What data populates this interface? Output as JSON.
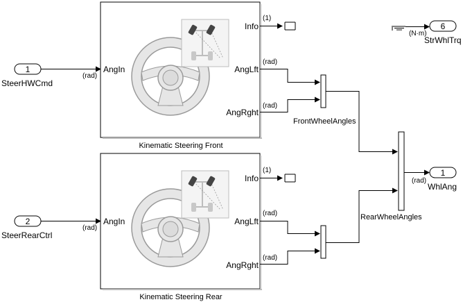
{
  "inports": {
    "steer_hw_cmd": {
      "number": "1",
      "name": "SteerHWCmd",
      "unit": "(rad)"
    },
    "steer_rear_ctrl": {
      "number": "2",
      "name": "SteerRearCtrl",
      "unit": "(rad)"
    }
  },
  "outports": {
    "whl_ang": {
      "number": "1",
      "name": "WhlAng",
      "unit": "(rad)"
    },
    "str_whl_trq": {
      "number": "6",
      "name": "StrWhlTrq",
      "unit": "(N·m)"
    }
  },
  "blocks": {
    "front": {
      "title": "Kinematic Steering Front",
      "in_port": "AngIn",
      "out_info": "Info",
      "out_lft": "AngLft",
      "out_rght": "AngRght",
      "info_unit": "(1)",
      "lft_unit": "(rad)",
      "rght_unit": "(rad)"
    },
    "rear": {
      "title": "Kinematic Steering Rear",
      "in_port": "AngIn",
      "out_info": "Info",
      "out_lft": "AngLft",
      "out_rght": "AngRght",
      "info_unit": "(1)",
      "lft_unit": "(rad)",
      "rght_unit": "(rad)"
    }
  },
  "signals": {
    "front_wheel_angles": "FrontWheelAngles",
    "rear_wheel_angles": "RearWheelAngles"
  }
}
